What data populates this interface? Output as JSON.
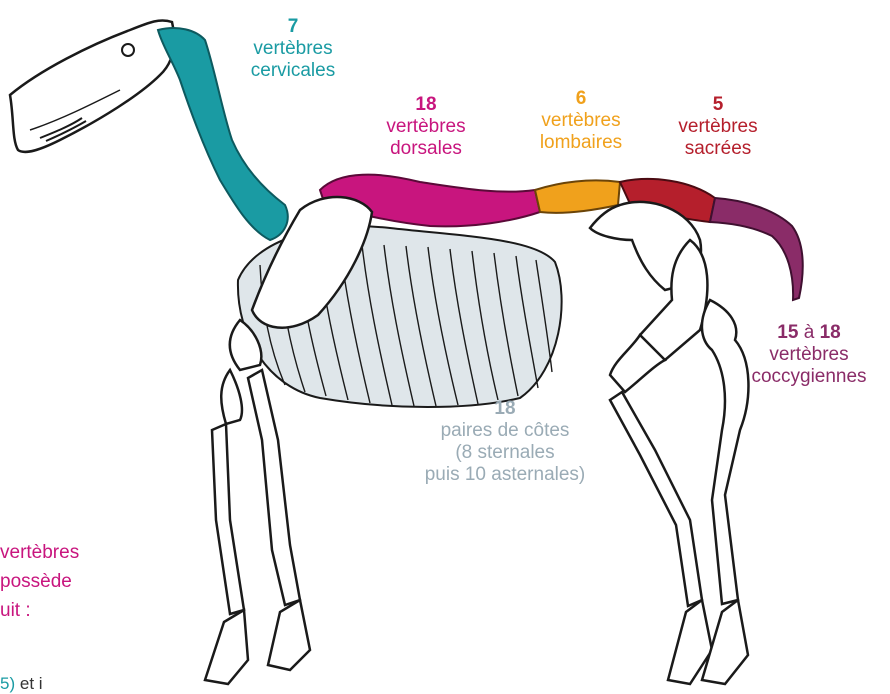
{
  "colors": {
    "cervical": "#1a9ba3",
    "dorsal": "#c8157e",
    "lumbar": "#f0a11c",
    "sacral": "#b51f2c",
    "coccygeal": "#8a2c68",
    "ribs": "#9aabb5",
    "bone_fill": "#ffffff",
    "bone_stroke": "#1a1a1a",
    "rib_fill": "#dfe6ea"
  },
  "labels": {
    "cervical": {
      "count": "7",
      "line1": "vertèbres",
      "line2": "cervicales"
    },
    "dorsal": {
      "count": "18",
      "line1": "vertèbres",
      "line2": "dorsales"
    },
    "lumbar": {
      "count": "6",
      "line1": "vertèbres",
      "line2": "lombaires"
    },
    "sacral": {
      "count": "5",
      "line1": "vertèbres",
      "line2": "sacrées"
    },
    "coccygeal": {
      "count_min": "15",
      "joiner": "à",
      "count_max": "18",
      "line1": "vertèbres",
      "line2": "coccygiennes"
    },
    "ribs": {
      "count": "18",
      "line1": "paires de côtes",
      "line2": "(8 sternales",
      "line3": "puis 10 asternales)"
    }
  },
  "side_text": [
    "vertèbres",
    "possède",
    "uit :"
  ],
  "footer_text": {
    "paren": "5)",
    "word": "et i"
  },
  "icons": [
    "horse-skeleton-illustration"
  ]
}
